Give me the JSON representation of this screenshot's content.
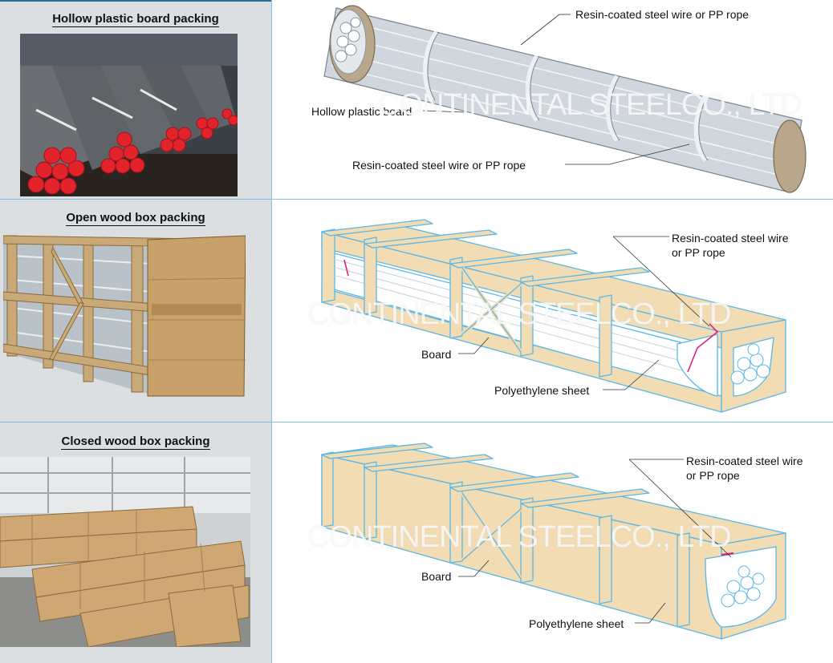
{
  "sections": [
    {
      "title": "Hollow plastic board packing",
      "labels": {
        "wire_top": "Resin-coated steel wire or PP rope",
        "board": "Hollow plastic board",
        "wire_bottom": "Resin-coated steel wire or PP rope"
      }
    },
    {
      "title": "Open wood box packing",
      "labels": {
        "wire_line1": "Resin-coated steel wire",
        "wire_line2": "or PP rope",
        "board": "Board",
        "sheet": "Polyethylene sheet"
      }
    },
    {
      "title": "Closed wood box packing",
      "labels": {
        "wire_line1": "Resin-coated steel wire",
        "wire_line2": "or PP rope",
        "board": "Board",
        "sheet": "Polyethylene sheet"
      }
    }
  ],
  "watermark": "CONTINENTAL STEELCO., LTD",
  "colors": {
    "divider": "#7ec3e6",
    "panel_bg": "#dcdfe1",
    "wood": "#f1dcb4",
    "wood_edge": "#5bb7e6",
    "pipe_end": "#e8242e",
    "tape": "#e0227a"
  }
}
